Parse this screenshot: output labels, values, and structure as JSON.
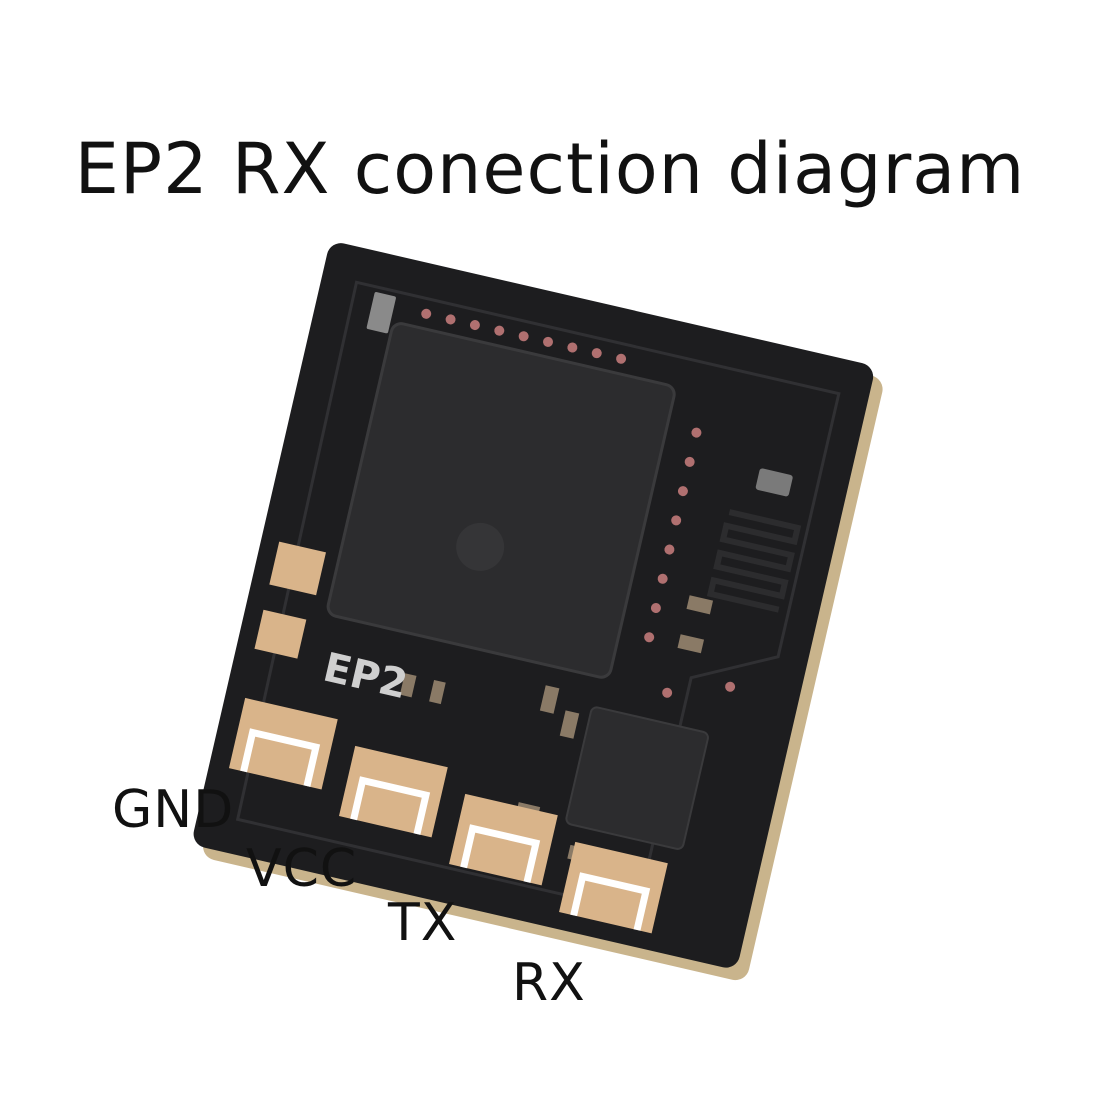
{
  "title": "EP2 RX conection diagram",
  "board": {
    "silkscreen": "EP2",
    "pins": [
      {
        "id": "gnd",
        "label": "GND"
      },
      {
        "id": "vcc",
        "label": "VCC"
      },
      {
        "id": "tx",
        "label": "TX"
      },
      {
        "id": "rx",
        "label": "RX"
      }
    ]
  },
  "colors": {
    "pcb": "#1d1d1f",
    "chip": "#2c2c2e",
    "copper_pad": "#d9b48a",
    "via": "#b07070",
    "edge": "#c9b48c"
  }
}
